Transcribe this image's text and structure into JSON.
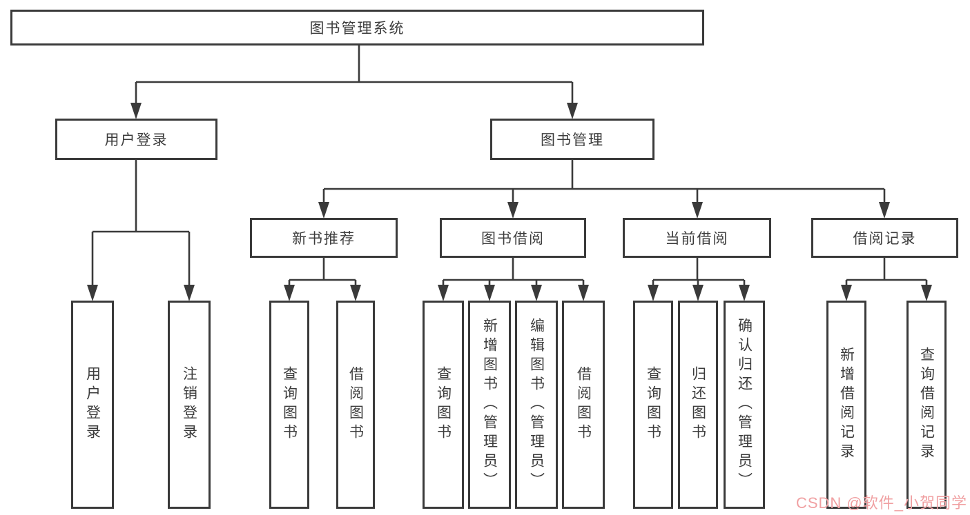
{
  "colors": {
    "line": "#3a3a3a",
    "text": "#3c3c3c",
    "background": "#ffffff",
    "watermark": "#f0a0a2"
  },
  "watermark": "CSDN @软件_小贺同学",
  "tree": {
    "label": "图书管理系统",
    "children": [
      {
        "label": "用户登录",
        "children": [
          {
            "label": "用户登录"
          },
          {
            "label": "注销登录"
          }
        ]
      },
      {
        "label": "图书管理",
        "children": [
          {
            "label": "新书推荐",
            "children": [
              {
                "label": "查询图书"
              },
              {
                "label": "借阅图书"
              }
            ]
          },
          {
            "label": "图书借阅",
            "children": [
              {
                "label": "查询图书"
              },
              {
                "label": "新增图书（管理员）"
              },
              {
                "label": "编辑图书（管理员）"
              },
              {
                "label": "借阅图书"
              }
            ]
          },
          {
            "label": "当前借阅",
            "children": [
              {
                "label": "查询图书"
              },
              {
                "label": "归还图书"
              },
              {
                "label": "确认归还（管理员）"
              }
            ]
          },
          {
            "label": "借阅记录",
            "children": [
              {
                "label": "新增借阅记录"
              },
              {
                "label": "查询借阅记录"
              }
            ]
          }
        ]
      }
    ]
  }
}
